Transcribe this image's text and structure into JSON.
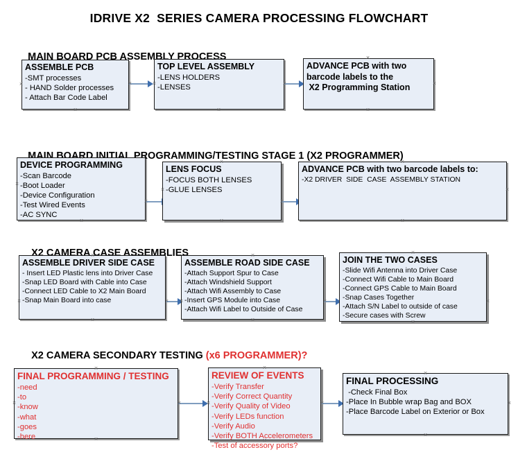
{
  "document": {
    "title": "IDRIVE X2  SERIES CAMERA PROCESSING FLOWCHART"
  },
  "colors": {
    "box_fill": "#e8eef7",
    "box_border": "#1a1a1a",
    "connector": "#7f9dbf",
    "arrowhead": "#3f6fae",
    "accent_red": "#e03030",
    "text": "#000000",
    "background": "#ffffff"
  },
  "sections": [
    {
      "id": "main-board-pcb-assembly-process",
      "heading": "MAIN BOARD PCB ASSEMBLY PROCESS",
      "heading_accent": "",
      "boxes": [
        {
          "id": "assemble-pcb",
          "title": "ASSEMBLE PCB",
          "lines": [
            "-SMT processes",
            "- HAND Solder processes",
            "- Attach Bar Code Label"
          ]
        },
        {
          "id": "top-level-assembly",
          "title": "TOP LEVEL ASSEMBLY",
          "lines": [
            "-LENS HOLDERS",
            "-LENSES"
          ]
        },
        {
          "id": "advance-pcb-programming-station",
          "title": "ADVANCE PCB with two",
          "lines": [
            "barcode labels to the",
            " X2 Programming Station"
          ]
        }
      ]
    },
    {
      "id": "main-board-initial-programming",
      "heading": "MAIN BOARD INITIAL PROGRAMMING/TESTING STAGE 1 (X2 PROGRAMMER)",
      "heading_accent": "",
      "boxes": [
        {
          "id": "device-programming",
          "title": "DEVICE PROGRAMMING",
          "lines": [
            "-Scan Barcode",
            "-Boot Loader",
            "-Device Configuration",
            "-Test Wired Events",
            "-AC SYNC"
          ]
        },
        {
          "id": "lens-focus",
          "title": "LENS FOCUS",
          "lines": [
            "-FOCUS BOTH LENSES",
            "-GLUE LENSES"
          ]
        },
        {
          "id": "advance-pcb-driver-side-case",
          "title": "ADVANCE PCB with two barcode labels to:",
          "lines": [
            "-X2 DRIVER  SIDE  CASE  ASSEMBLY STATION"
          ]
        }
      ]
    },
    {
      "id": "x2-camera-case-assemblies",
      "heading": "X2 CAMERA CASE ASSEMBLIES",
      "heading_accent": "",
      "boxes": [
        {
          "id": "assemble-driver-side-case",
          "title": "ASSEMBLE DRIVER SIDE CASE",
          "lines": [
            "- Insert LED Plastic lens into Driver Case",
            "-Snap LED Board with Cable into Case",
            "-Connect LED Cable to X2 Main Board",
            "-Snap Main Board into case"
          ]
        },
        {
          "id": "assemble-road-side-case",
          "title": "ASSEMBLE ROAD SIDE CASE",
          "lines": [
            "-Attach Support Spur to Case",
            "-Attach Windshield Support",
            "-Attach Wifi Assembly to Case",
            "-Insert GPS Module into Case",
            "-Attach Wifi Label to Outside of Case"
          ]
        },
        {
          "id": "join-the-two-cases",
          "title": "JOIN THE TWO CASES",
          "lines": [
            "-Slide Wifi Antenna into Driver Case",
            "-Connect Wifi Cable to Main Board",
            "-Connect GPS Cable to Main Board",
            "-Snap Cases Together",
            "-Attach S/N Label to outside of case",
            "-Secure cases with Screw"
          ]
        }
      ]
    },
    {
      "id": "x2-camera-secondary-testing",
      "heading": "X2 CAMERA SECONDARY TESTING ",
      "heading_accent": "(x6 PROGRAMMER)?",
      "boxes": [
        {
          "id": "final-programming-testing",
          "title": "FINAL PROGRAMMING / TESTING",
          "lines": [
            "-need",
            "-to",
            "-know",
            "-what",
            "-goes",
            "-here"
          ]
        },
        {
          "id": "review-of-events",
          "title": "REVIEW OF EVENTS",
          "lines": [
            "-Verify Transfer",
            "-Verify Correct Quantity",
            "-Verify Quality of Video",
            "-Verify LEDs function",
            "-Verify Audio",
            "-Verify BOTH Accelerometers",
            "-Test of accessory ports?"
          ]
        },
        {
          "id": "final-processing",
          "title": "FINAL PROCESSING",
          "lines": [
            " -Check Final Box",
            "-Place In Bubble wrap Bag and BOX",
            "-Place Barcode Label on Exterior or Box"
          ]
        }
      ]
    }
  ]
}
